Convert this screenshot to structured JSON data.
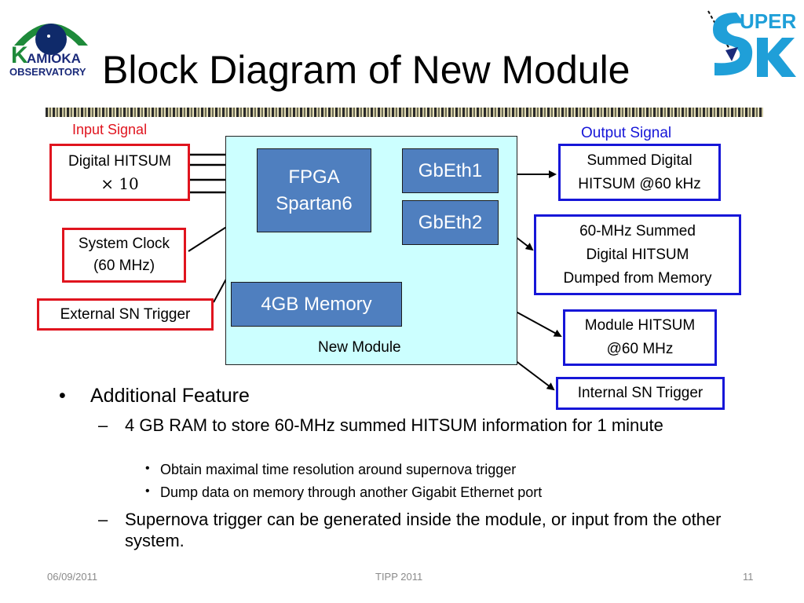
{
  "slide": {
    "title": "Block Diagram of New Module",
    "logos": {
      "left": "KAMIOKA OBSERVATORY",
      "left_line1": "AMIOKA",
      "left_line2": "OBSERVATORY",
      "right": "SUPER K",
      "right_text": "UPER"
    }
  },
  "diagram": {
    "input_header": "Input Signal",
    "output_header": "Output Signal",
    "inputs": {
      "hitsum_line1": "Digital HITSUM",
      "hitsum_line2": "× 10",
      "clock_line1": "System Clock",
      "clock_line2": "(60 MHz)",
      "trigger": "External SN Trigger"
    },
    "module": {
      "fpga_line1": "FPGA",
      "fpga_line2": "Spartan6",
      "gbeth1": "GbEth1",
      "gbeth2": "GbEth2",
      "memory": "4GB Memory",
      "label": "New Module"
    },
    "outputs": {
      "summed_line1": "Summed Digital",
      "summed_line2": "HITSUM @60 kHz",
      "dump_line1": "60-MHz Summed",
      "dump_line2": "Digital HITSUM",
      "dump_line3": "Dumped from Memory",
      "module_line1": "Module HITSUM",
      "module_line2": "@60 MHz",
      "internal": "Internal SN Trigger"
    },
    "colors": {
      "input_border": "#e0141e",
      "output_border": "#1616d8",
      "block_fill": "#4f7fbf",
      "module_fill": "#ccffff",
      "green_arrow": "#22bb55"
    }
  },
  "bullets": {
    "l1_marker": "•",
    "l1": "Additional Feature",
    "l2_marker": "–",
    "l2a": "4 GB RAM to store 60-MHz summed HITSUM information for 1 minute",
    "l3_marker": "•",
    "l3a": "Obtain maximal time resolution around supernova trigger",
    "l3b": "Dump data on memory through another Gigabit Ethernet port",
    "l2b": "Supernova trigger can be generated inside the module, or input from the other system."
  },
  "footer": {
    "date": "06/09/2011",
    "event": "TIPP 2011",
    "page": "11"
  }
}
